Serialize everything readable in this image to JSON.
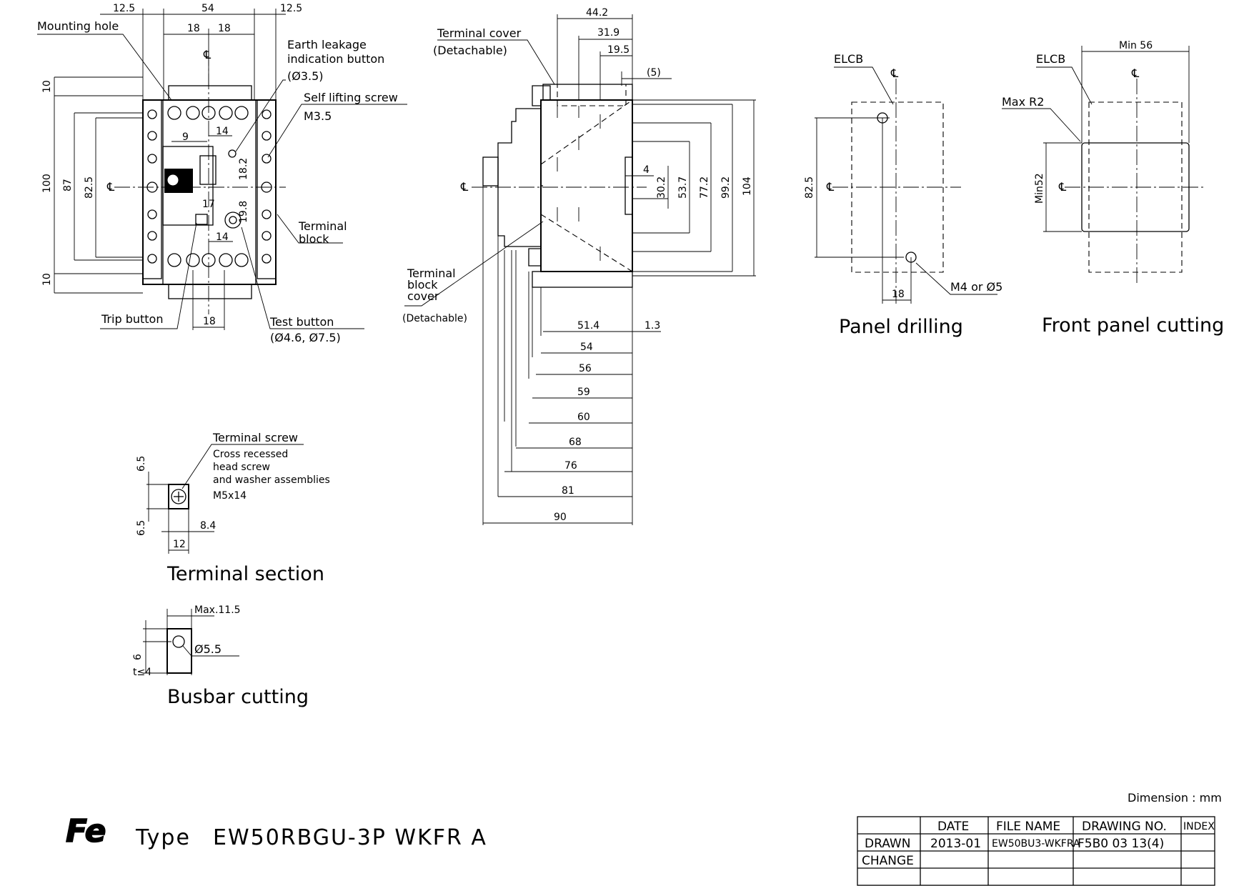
{
  "front_view": {
    "dims": {
      "top_left_125": "12.5",
      "top_54": "54",
      "top_right_125": "12.5",
      "top_18_left": "18",
      "top_18_right": "18",
      "left_10_top": "10",
      "left_100": "100",
      "left_87": "87",
      "left_825": "82.5",
      "left_10_bottom": "10",
      "inner_9": "9",
      "inner_14_top": "14",
      "inner_182": "18.2",
      "inner_17": "17",
      "inner_198": "19.8",
      "inner_14_bottom": "14",
      "bottom_18": "18"
    },
    "labels": {
      "mounting_hole": "Mounting hole",
      "earth_leakage_1": "Earth leakage",
      "earth_leakage_2": "indication button",
      "earth_leakage_3": "(Ø3.5)",
      "self_lifting_1": "Self lifting screw",
      "self_lifting_2": "M3.5",
      "terminal_block_1": "Terminal",
      "terminal_block_2": "block",
      "trip_button": "Trip button",
      "test_button_1": "Test button",
      "test_button_2": "(Ø4.6, Ø7.5)"
    }
  },
  "side_view": {
    "dims": {
      "top_442": "44.2",
      "top_319": "31.9",
      "top_195": "19.5",
      "top_5": "(5)",
      "right_4": "4",
      "right_302": "30.2",
      "right_537": "53.7",
      "right_772": "77.2",
      "right_992": "99.2",
      "right_104": "104",
      "b_514": "51.4",
      "b_13": "1.3",
      "b_54": "54",
      "b_56": "56",
      "b_59": "59",
      "b_60": "60",
      "b_68": "68",
      "b_76": "76",
      "b_81": "81",
      "b_90": "90"
    },
    "labels": {
      "terminal_cover_1": "Terminal cover",
      "terminal_cover_2": "(Detachable)",
      "tbc_1": "Terminal",
      "tbc_2": "block",
      "tbc_3": "cover",
      "tbc_4": "(Detachable)"
    }
  },
  "panel_drilling": {
    "title": "Panel drilling",
    "elcb": "ELCB",
    "dim_825": "82.5",
    "dim_18": "18",
    "hole": "M4 or Ø5"
  },
  "front_panel_cutting": {
    "title": "Front panel cutting",
    "elcb": "ELCB",
    "min56": "Min 56",
    "maxr2": "Max R2",
    "min52": "Min52"
  },
  "terminal_section": {
    "title": "Terminal section",
    "screw_1": "Terminal screw",
    "screw_2": "Cross recessed",
    "screw_3": "head screw",
    "screw_4": "and washer assemblies",
    "screw_5": "M5x14",
    "dim_65_top": "6.5",
    "dim_65_bottom": "6.5",
    "dim_84": "8.4",
    "dim_12": "12"
  },
  "busbar_cutting": {
    "title": "Busbar cutting",
    "max115": "Max.11.5",
    "phi55": "Ø5.5",
    "dim_6": "6",
    "t4": "t≤4"
  },
  "centerline_symbol": "℄",
  "dimension_unit": "Dimension : mm",
  "type_label": "Type",
  "type_value": "EW50RBGU-3P WKFR A",
  "logo_text": "Fe",
  "title_block": {
    "headers": [
      "",
      "DATE",
      "FILE NAME",
      "DRAWING NO.",
      "INDEX"
    ],
    "rows": [
      [
        "DRAWN",
        "2013-01",
        "EW50BU3-WKFRA",
        "F5B0 03 13(4)",
        ""
      ],
      [
        "CHANGE",
        "",
        "",
        "",
        ""
      ],
      [
        "",
        "",
        "",
        "",
        ""
      ]
    ]
  }
}
